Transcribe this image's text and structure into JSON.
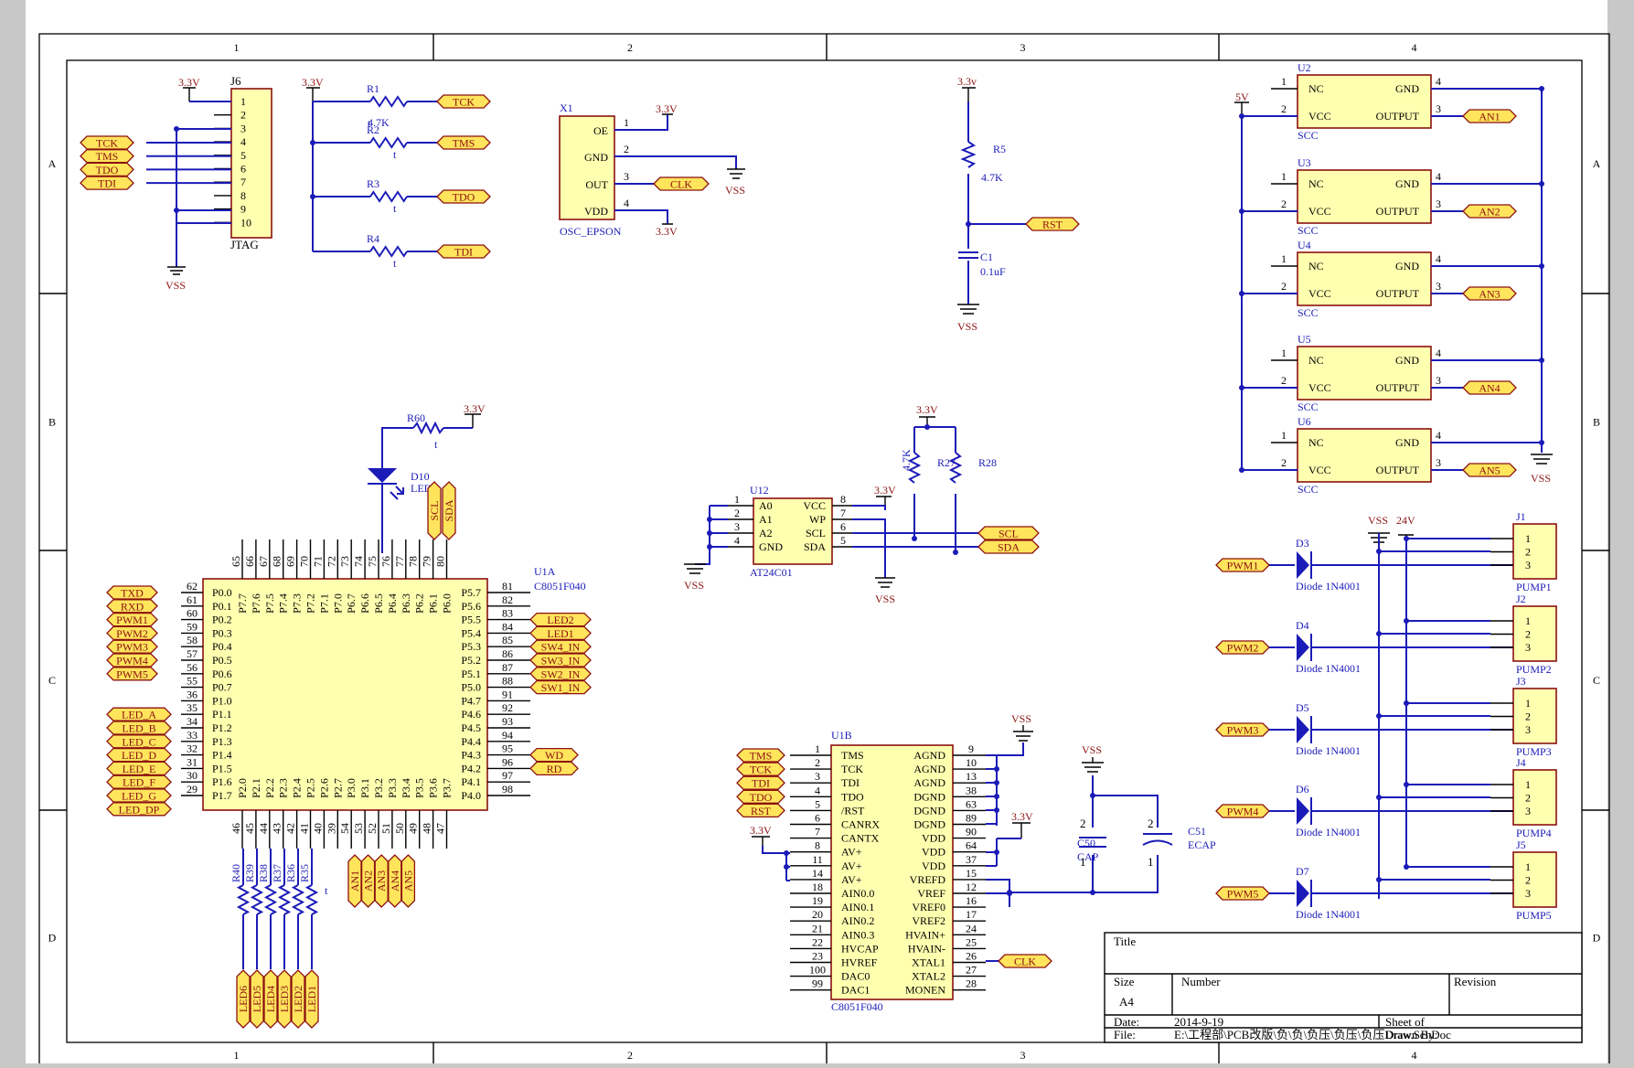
{
  "frame": {
    "columns": [
      "1",
      "2",
      "3",
      "4"
    ],
    "rows": [
      "A",
      "B",
      "C",
      "D"
    ]
  },
  "jtag": {
    "ref": "J6",
    "name": "JTAG",
    "power": "3.3V",
    "ground": "VSS",
    "pins": [
      "1",
      "2",
      "3",
      "4",
      "5",
      "6",
      "7",
      "8",
      "9",
      "10"
    ],
    "ports": [
      "TCK",
      "TMS",
      "TDO",
      "TDI"
    ]
  },
  "pullups": {
    "power": "3.3V",
    "resistors": [
      {
        "ref": "R1",
        "value": "4.7K",
        "port": "TCK"
      },
      {
        "ref": "R2",
        "value": "t",
        "port": "TMS"
      },
      {
        "ref": "R3",
        "value": "t",
        "port": "TDO"
      },
      {
        "ref": "R4",
        "value": "t",
        "port": "TDI"
      }
    ],
    "r1_extra": "t"
  },
  "osc": {
    "ref": "X1",
    "name": "OSC_EPSON",
    "power": "3.3V",
    "ground": "VSS",
    "port": "CLK",
    "pins": [
      {
        "n": "1",
        "label": "OE"
      },
      {
        "n": "2",
        "label": "GND"
      },
      {
        "n": "3",
        "label": "OUT"
      },
      {
        "n": "4",
        "label": "VDD"
      }
    ]
  },
  "reset": {
    "power": "3.3v",
    "r_ref": "R5",
    "r_value": "4.7K",
    "c_ref": "C1",
    "c_value": "0.1uF",
    "port": "RST",
    "ground": "VSS"
  },
  "scc": {
    "power": "5V",
    "ground": "VSS",
    "name": "SCC",
    "units": [
      {
        "ref": "U2",
        "port": "AN1"
      },
      {
        "ref": "U3",
        "port": "AN2"
      },
      {
        "ref": "U4",
        "port": "AN3"
      },
      {
        "ref": "U5",
        "port": "AN4"
      },
      {
        "ref": "U6",
        "port": "AN5"
      }
    ],
    "pins": {
      "nc": "NC",
      "vcc": "VCC",
      "gnd": "GND",
      "out": "OUTPUT"
    }
  },
  "led": {
    "r_ref": "R60",
    "r_value": "t",
    "power": "3.3V",
    "d_ref": "D10",
    "d_name": "LED2",
    "ports": [
      "SCL",
      "SDA"
    ]
  },
  "u1a": {
    "ref": "U1A",
    "name": "C8051F040",
    "left": [
      {
        "port": "TXD",
        "n": "62",
        "p": "P0.0"
      },
      {
        "port": "RXD",
        "n": "61",
        "p": "P0.1"
      },
      {
        "port": "PWM1",
        "n": "60",
        "p": "P0.2"
      },
      {
        "port": "PWM2",
        "n": "59",
        "p": "P0.3"
      },
      {
        "port": "PWM3",
        "n": "58",
        "p": "P0.4"
      },
      {
        "port": "PWM4",
        "n": "57",
        "p": "P0.5"
      },
      {
        "port": "PWM5",
        "n": "56",
        "p": "P0.6"
      },
      {
        "port": "",
        "n": "55",
        "p": "P0.7"
      },
      {
        "port": "",
        "n": "36",
        "p": "P1.0"
      },
      {
        "port": "LED_A",
        "n": "35",
        "p": "P1.1"
      },
      {
        "port": "LED_B",
        "n": "34",
        "p": "P1.2"
      },
      {
        "port": "LED_C",
        "n": "33",
        "p": "P1.3"
      },
      {
        "port": "LED_D",
        "n": "32",
        "p": "P1.4"
      },
      {
        "port": "LED_E",
        "n": "31",
        "p": "P1.5"
      },
      {
        "port": "LED_F",
        "n": "30",
        "p": "P1.6"
      },
      {
        "port": "LED_G",
        "n": "29",
        "p": "P1.7"
      },
      {
        "port": "LED_DP",
        "n": "",
        "p": ""
      }
    ],
    "right": [
      {
        "n": "81",
        "p": "P5.7",
        "port": ""
      },
      {
        "n": "82",
        "p": "P5.6",
        "port": ""
      },
      {
        "n": "83",
        "p": "P5.5",
        "port": "LED2"
      },
      {
        "n": "84",
        "p": "P5.4",
        "port": "LED1"
      },
      {
        "n": "85",
        "p": "P5.3",
        "port": "SW4_IN"
      },
      {
        "n": "86",
        "p": "P5.2",
        "port": "SW3_IN"
      },
      {
        "n": "87",
        "p": "P5.1",
        "port": "SW2_IN"
      },
      {
        "n": "88",
        "p": "P5.0",
        "port": "SW1_IN"
      },
      {
        "n": "91",
        "p": "P4.7",
        "port": ""
      },
      {
        "n": "92",
        "p": "P4.6",
        "port": ""
      },
      {
        "n": "93",
        "p": "P4.5",
        "port": ""
      },
      {
        "n": "94",
        "p": "P4.4",
        "port": ""
      },
      {
        "n": "95",
        "p": "P4.3",
        "port": "WD"
      },
      {
        "n": "96",
        "p": "P4.2",
        "port": "RD"
      },
      {
        "n": "97",
        "p": "P4.1",
        "port": ""
      },
      {
        "n": "98",
        "p": "P4.0",
        "port": ""
      }
    ],
    "top": [
      {
        "n": "65",
        "p": "P7.7"
      },
      {
        "n": "66",
        "p": "P7.6"
      },
      {
        "n": "67",
        "p": "P7.5"
      },
      {
        "n": "68",
        "p": "P7.4"
      },
      {
        "n": "69",
        "p": "P7.3"
      },
      {
        "n": "70",
        "p": "P7.2"
      },
      {
        "n": "71",
        "p": "P7.1"
      },
      {
        "n": "72",
        "p": "P7.0"
      },
      {
        "n": "73",
        "p": "P6.7"
      },
      {
        "n": "74",
        "p": "P6.6"
      },
      {
        "n": "75",
        "p": "P6.5"
      },
      {
        "n": "76",
        "p": "P6.4"
      },
      {
        "n": "77",
        "p": "P6.3"
      },
      {
        "n": "78",
        "p": "P6.2"
      },
      {
        "n": "79",
        "p": "P6.1"
      },
      {
        "n": "80",
        "p": "P6.0"
      }
    ],
    "bottom": [
      {
        "n": "46",
        "p": "P2.0"
      },
      {
        "n": "45",
        "p": "P2.1"
      },
      {
        "n": "44",
        "p": "P2.2"
      },
      {
        "n": "43",
        "p": "P2.3"
      },
      {
        "n": "42",
        "p": "P2.4"
      },
      {
        "n": "41",
        "p": "P2.5"
      },
      {
        "n": "40",
        "p": "P2.6"
      },
      {
        "n": "39",
        "p": "P2.7"
      },
      {
        "n": "54",
        "p": "P3.0"
      },
      {
        "n": "53",
        "p": "P3.1"
      },
      {
        "n": "52",
        "p": "P3.2"
      },
      {
        "n": "51",
        "p": "P3.3"
      },
      {
        "n": "50",
        "p": "P3.4"
      },
      {
        "n": "49",
        "p": "P3.5"
      },
      {
        "n": "48",
        "p": "P3.6"
      },
      {
        "n": "47",
        "p": "P3.7"
      }
    ],
    "an_ports": [
      "AN1",
      "AN2",
      "AN3",
      "AN4",
      "AN5"
    ],
    "resistors": [
      "R40",
      "R39",
      "R38",
      "R37",
      "R36",
      "R35"
    ],
    "r_value": "t",
    "led_ports": [
      "LED6",
      "LED5",
      "LED4",
      "LED3",
      "LED2",
      "LED1"
    ]
  },
  "eeprom": {
    "ref": "U12",
    "name": "AT24C01",
    "power": "3.3V",
    "ground": "VSS",
    "left": [
      {
        "n": "1",
        "p": "A0"
      },
      {
        "n": "2",
        "p": "A1"
      },
      {
        "n": "3",
        "p": "A2"
      },
      {
        "n": "4",
        "p": "GND"
      }
    ],
    "right": [
      {
        "n": "8",
        "p": "VCC"
      },
      {
        "n": "7",
        "p": "WP"
      },
      {
        "n": "6",
        "p": "SCL"
      },
      {
        "n": "5",
        "p": "SDA"
      }
    ],
    "ports": [
      "SCL",
      "SDA"
    ],
    "pull_power": "3.3V",
    "r_left": "4.7K",
    "r_mid": "R27",
    "r_right": "R28"
  },
  "pumps": {
    "power_vss": "VSS",
    "power_24": "24V",
    "units": [
      {
        "port": "PWM1",
        "d": "D3",
        "dn": "Diode 1N4001",
        "j": "J1",
        "name": "PUMP1"
      },
      {
        "port": "PWM2",
        "d": "D4",
        "dn": "Diode 1N4001",
        "j": "J2",
        "name": "PUMP2"
      },
      {
        "port": "PWM3",
        "d": "D5",
        "dn": "Diode 1N4001",
        "j": "J3",
        "name": "PUMP3"
      },
      {
        "port": "PWM4",
        "d": "D6",
        "dn": "Diode 1N4001",
        "j": "J4",
        "name": "PUMP4"
      },
      {
        "port": "PWM5",
        "d": "D7",
        "dn": "Diode 1N4001",
        "j": "J5",
        "name": "PUMP5"
      }
    ],
    "pins": [
      "1",
      "2",
      "3"
    ]
  },
  "u1b": {
    "ref": "U1B",
    "name": "C8051F040",
    "left": [
      {
        "n": "1",
        "p": "TMS",
        "port": "TMS"
      },
      {
        "n": "2",
        "p": "TCK",
        "port": "TCK"
      },
      {
        "n": "3",
        "p": "TDI",
        "port": "TDI"
      },
      {
        "n": "4",
        "p": "TDO",
        "port": "TDO"
      },
      {
        "n": "5",
        "p": "/RST",
        "port": "RST"
      },
      {
        "n": "6",
        "p": "CANRX",
        "port": ""
      },
      {
        "n": "7",
        "p": "CANTX",
        "port": ""
      },
      {
        "n": "8",
        "p": "AV+",
        "port": ""
      },
      {
        "n": "11",
        "p": "AV+",
        "port": ""
      },
      {
        "n": "14",
        "p": "AV+",
        "port": ""
      },
      {
        "n": "18",
        "p": "AIN0.0",
        "port": ""
      },
      {
        "n": "19",
        "p": "AIN0.1",
        "port": ""
      },
      {
        "n": "20",
        "p": "AIN0.2",
        "port": ""
      },
      {
        "n": "21",
        "p": "AIN0.3",
        "port": ""
      },
      {
        "n": "22",
        "p": "HVCAP",
        "port": ""
      },
      {
        "n": "23",
        "p": "HVREF",
        "port": ""
      },
      {
        "n": "100",
        "p": "DAC0",
        "port": ""
      },
      {
        "n": "99",
        "p": "DAC1",
        "port": ""
      }
    ],
    "right": [
      {
        "n": "9",
        "p": "AGND"
      },
      {
        "n": "10",
        "p": "AGND"
      },
      {
        "n": "13",
        "p": "AGND"
      },
      {
        "n": "38",
        "p": "DGND"
      },
      {
        "n": "63",
        "p": "DGND"
      },
      {
        "n": "89",
        "p": "DGND"
      },
      {
        "n": "90",
        "p": "VDD"
      },
      {
        "n": "64",
        "p": "VDD"
      },
      {
        "n": "37",
        "p": "VDD"
      },
      {
        "n": "15",
        "p": "VREFD"
      },
      {
        "n": "12",
        "p": "VREF"
      },
      {
        "n": "16",
        "p": "VREF0"
      },
      {
        "n": "17",
        "p": "VREF2"
      },
      {
        "n": "24",
        "p": "HVAIN+"
      },
      {
        "n": "25",
        "p": "HVAIN-"
      },
      {
        "n": "26",
        "p": "XTAL1"
      },
      {
        "n": "27",
        "p": "XTAL2"
      },
      {
        "n": "28",
        "p": "MONEN"
      }
    ],
    "power_left": "3.3V",
    "power_right": "3.3V",
    "ground": "VSS",
    "clk": "CLK"
  },
  "caps": {
    "ground": "VSS",
    "c50": "C50",
    "c50v": "CAP",
    "c51": "C51",
    "c51v": "ECAP",
    "p1": "1",
    "p2": "2"
  },
  "titleblock": {
    "title_label": "Title",
    "size_label": "Size",
    "size": "A4",
    "number_label": "Number",
    "revision_label": "Revision",
    "date_label": "Date:",
    "date": "2014-9-19",
    "file_label": "File:",
    "file": "E:\\工程部\\PCB改版\\负\\负\\负压\\负压\\负压Draw.SchDoc",
    "sheet_label": "Sheet   of",
    "drawn": "Drawn By:"
  }
}
